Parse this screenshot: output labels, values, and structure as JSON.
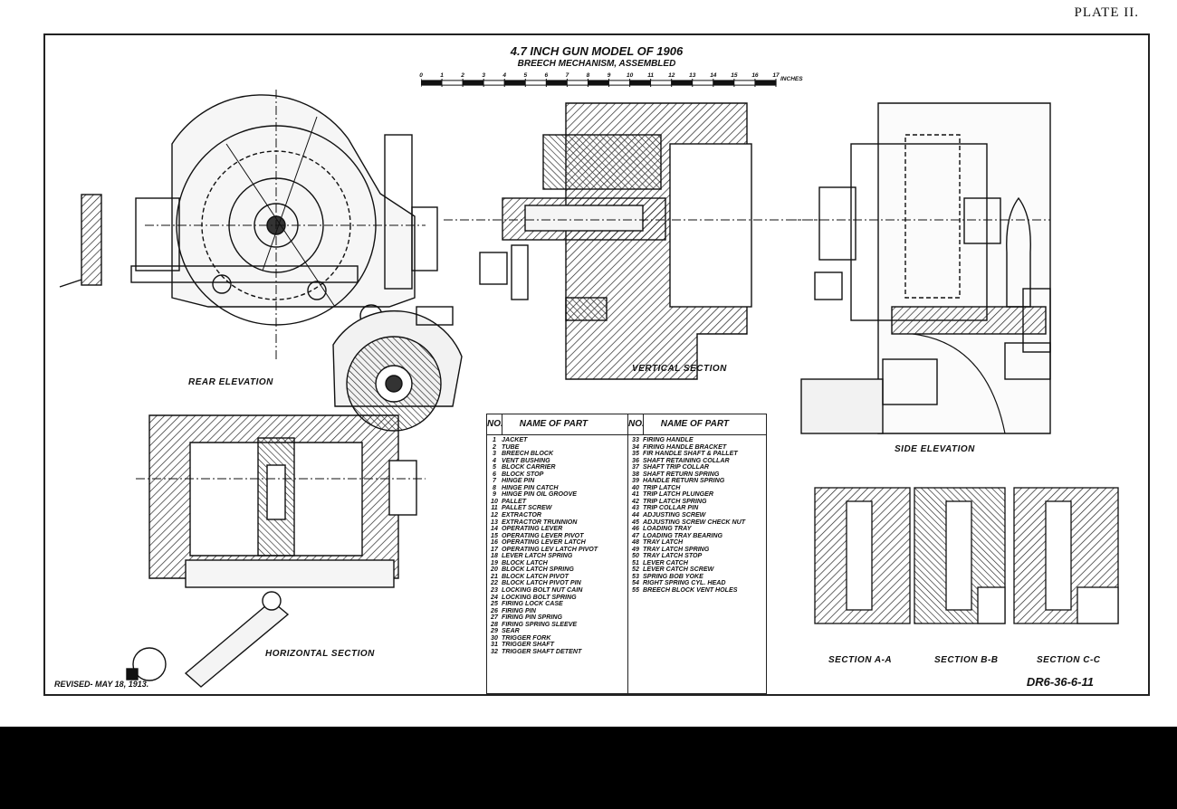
{
  "plate": "PLATE II.",
  "title": "4.7 INCH GUN MODEL OF 1906",
  "subtitle": "BREECH MECHANISM, ASSEMBLED",
  "scale": {
    "labels": [
      "0",
      "1",
      "2",
      "3",
      "4",
      "5",
      "6",
      "7",
      "8",
      "9",
      "10",
      "11",
      "12",
      "13",
      "14",
      "15",
      "16",
      "17"
    ],
    "unit": "INCHES"
  },
  "views": {
    "rear_elevation": "REAR ELEVATION",
    "vertical_section": "VERTICAL SECTION",
    "side_elevation": "SIDE ELEVATION",
    "horizontal_section": "HORIZONTAL SECTION",
    "section_aa": "SECTION A-A",
    "section_bb": "SECTION B-B",
    "section_cc": "SECTION C-C"
  },
  "revised": "REVISED- MAY 18, 1913.",
  "drawing_number": "DR6-36-6-11",
  "parts_header": {
    "no": "NO.",
    "name": "NAME OF PART"
  },
  "parts_left": [
    {
      "no": "1",
      "name": "JACKET"
    },
    {
      "no": "2",
      "name": "TUBE"
    },
    {
      "no": "3",
      "name": "BREECH BLOCK"
    },
    {
      "no": "4",
      "name": "VENT BUSHING"
    },
    {
      "no": "5",
      "name": "BLOCK CARRIER"
    },
    {
      "no": "6",
      "name": "BLOCK STOP"
    },
    {
      "no": "7",
      "name": "HINGE PIN"
    },
    {
      "no": "8",
      "name": "HINGE PIN CATCH"
    },
    {
      "no": "9",
      "name": "HINGE PIN OIL GROOVE"
    },
    {
      "no": "10",
      "name": "PALLET"
    },
    {
      "no": "11",
      "name": "PALLET SCREW"
    },
    {
      "no": "12",
      "name": "EXTRACTOR"
    },
    {
      "no": "13",
      "name": "EXTRACTOR TRUNNION"
    },
    {
      "no": "14",
      "name": "OPERATING LEVER"
    },
    {
      "no": "15",
      "name": "OPERATING LEVER PIVOT"
    },
    {
      "no": "16",
      "name": "OPERATING LEVER LATCH"
    },
    {
      "no": "17",
      "name": "OPERATING LEV LATCH PIVOT"
    },
    {
      "no": "18",
      "name": "LEVER LATCH SPRING"
    },
    {
      "no": "19",
      "name": "BLOCK LATCH"
    },
    {
      "no": "20",
      "name": "BLOCK LATCH SPRING"
    },
    {
      "no": "21",
      "name": "BLOCK LATCH PIVOT"
    },
    {
      "no": "22",
      "name": "BLOCK LATCH PIVOT PIN"
    },
    {
      "no": "23",
      "name": "LOCKING BOLT NUT CAIN"
    },
    {
      "no": "24",
      "name": "LOCKING BOLT SPRING"
    },
    {
      "no": "25",
      "name": "FIRING LOCK CASE"
    },
    {
      "no": "26",
      "name": "FIRING PIN"
    },
    {
      "no": "27",
      "name": "FIRING PIN SPRING"
    },
    {
      "no": "28",
      "name": "FIRING SPRING SLEEVE"
    },
    {
      "no": "29",
      "name": "SEAR"
    },
    {
      "no": "30",
      "name": "TRIGGER FORK"
    },
    {
      "no": "31",
      "name": "TRIGGER SHAFT"
    },
    {
      "no": "32",
      "name": "TRIGGER SHAFT DETENT"
    }
  ],
  "parts_right": [
    {
      "no": "33",
      "name": "FIRING HANDLE"
    },
    {
      "no": "34",
      "name": "FIRING HANDLE BRACKET"
    },
    {
      "no": "35",
      "name": "FIR HANDLE SHAFT & PALLET"
    },
    {
      "no": "36",
      "name": "SHAFT RETAINING COLLAR"
    },
    {
      "no": "37",
      "name": "SHAFT TRIP COLLAR"
    },
    {
      "no": "38",
      "name": "SHAFT RETURN SPRING"
    },
    {
      "no": "39",
      "name": "HANDLE RETURN SPRING"
    },
    {
      "no": "40",
      "name": "TRIP LATCH"
    },
    {
      "no": "41",
      "name": "TRIP LATCH PLUNGER"
    },
    {
      "no": "42",
      "name": "TRIP LATCH SPRING"
    },
    {
      "no": "43",
      "name": "TRIP COLLAR PIN"
    },
    {
      "no": "44",
      "name": "ADJUSTING SCREW"
    },
    {
      "no": "45",
      "name": "ADJUSTING SCREW CHECK NUT"
    },
    {
      "no": "46",
      "name": "LOADING TRAY"
    },
    {
      "no": "47",
      "name": "LOADING TRAY BEARING"
    },
    {
      "no": "48",
      "name": "TRAY LATCH"
    },
    {
      "no": "49",
      "name": "TRAY LATCH SPRING"
    },
    {
      "no": "50",
      "name": "TRAY LATCH STOP"
    },
    {
      "no": "51",
      "name": "LEVER CATCH"
    },
    {
      "no": "52",
      "name": "LEVER CATCH SCREW"
    },
    {
      "no": "53",
      "name": "SPRING BOB YOKE"
    },
    {
      "no": "54",
      "name": "RIGHT SPRING CYL. HEAD"
    },
    {
      "no": "55",
      "name": "BREECH BLOCK VENT HOLES"
    }
  ]
}
